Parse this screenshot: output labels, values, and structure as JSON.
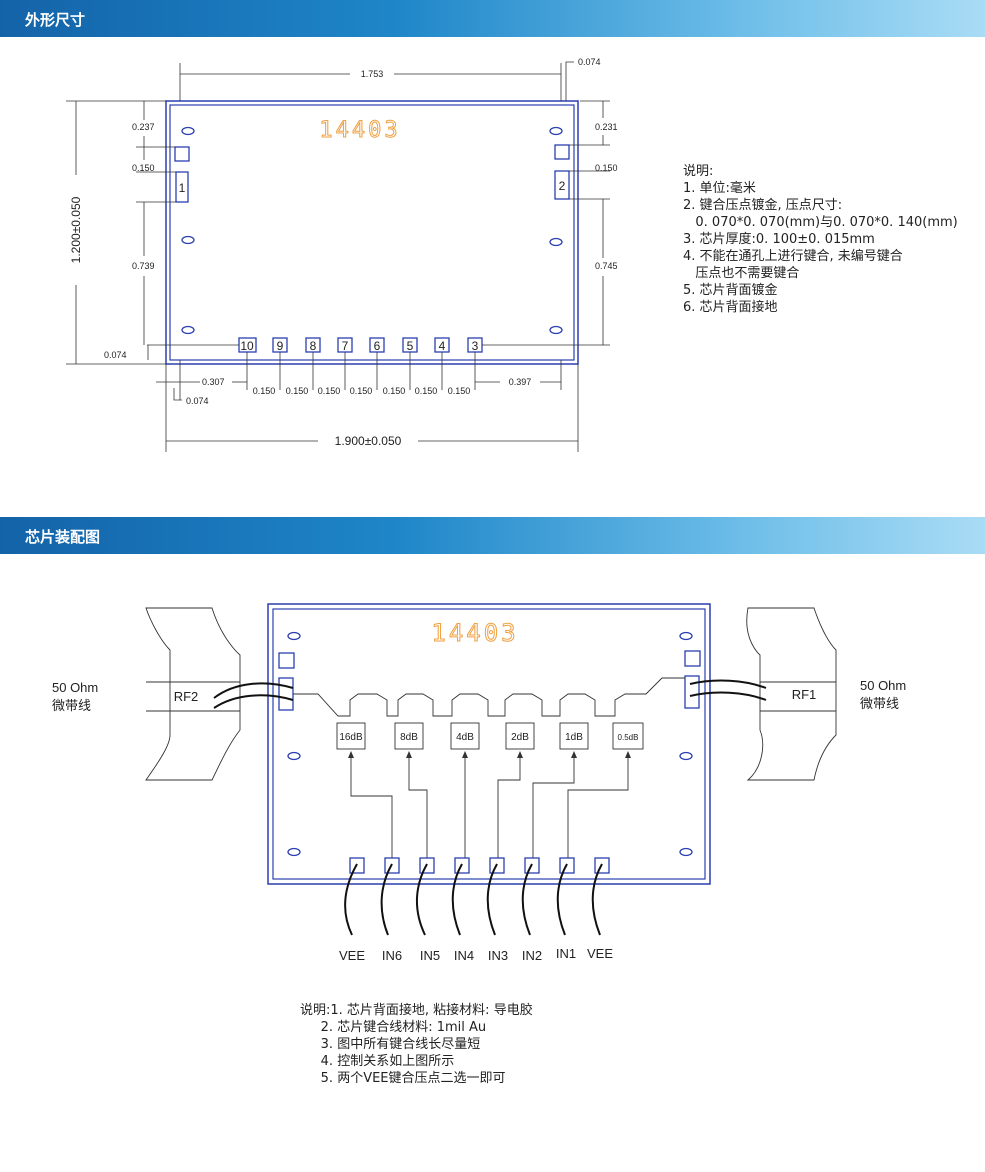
{
  "section1": {
    "title": "外形尺寸",
    "chip_mark": "14403",
    "pads_left": [
      "1"
    ],
    "pads_right": [
      "2"
    ],
    "pads_bottom": [
      "10",
      "9",
      "8",
      "7",
      "6",
      "5",
      "4",
      "3"
    ],
    "dims": {
      "top_width": "1.753",
      "top_right_offset": "0.074",
      "left_height": "1.200±0.050",
      "left_top": "0.237",
      "left_pad": "0.150",
      "left_mid": "0.739",
      "left_bottom": "0.074",
      "right_top": "0.231",
      "right_pad": "0.150",
      "right_mid": "0.745",
      "bottom_left": "0.307",
      "bottom_left_offset": "0.074",
      "bottom_pitch": [
        "0.150",
        "0.150",
        "0.150",
        "0.150",
        "0.150",
        "0.150",
        "0.150"
      ],
      "bottom_right": "0.397",
      "total_width": "1.900±0.050"
    },
    "notes": [
      "说明:",
      "1. 单位:毫米",
      "2. 键合压点镀金, 压点尺寸:",
      "   0. 070*0. 070(mm)与0. 070*0. 140(mm)",
      "3. 芯片厚度:0. 100±0. 015mm",
      "4. 不能在通孔上进行键合, 未编号键合",
      "   压点也不需要键合",
      "5. 芯片背面镀金",
      "6. 芯片背面接地"
    ]
  },
  "section2": {
    "title": "芯片装配图",
    "chip_mark": "14403",
    "left_line": {
      "impedance": "50 Ohm",
      "type": "微带线",
      "port": "RF2"
    },
    "right_line": {
      "impedance": "50 Ohm",
      "type": "微带线",
      "port": "RF1"
    },
    "attenuators": [
      "16dB",
      "8dB",
      "4dB",
      "2dB",
      "1dB",
      "0.5dB"
    ],
    "pins": [
      "VEE",
      "IN6",
      "IN5",
      "IN4",
      "IN3",
      "IN2",
      "IN1",
      "VEE"
    ],
    "notes": [
      "说明:1. 芯片背面接地, 粘接材料: 导电胶",
      "     2. 芯片键合线材料: 1mil Au",
      "     3. 图中所有键合线长尽量短",
      "     4. 控制关系如上图所示",
      "     5. 两个VEE键合压点二选一即可"
    ]
  },
  "colors": {
    "chip_outline": "#2b3fb0",
    "chip_mark": "#f0a040",
    "header_start": "#1463a8",
    "header_end": "#a9dcf5"
  }
}
